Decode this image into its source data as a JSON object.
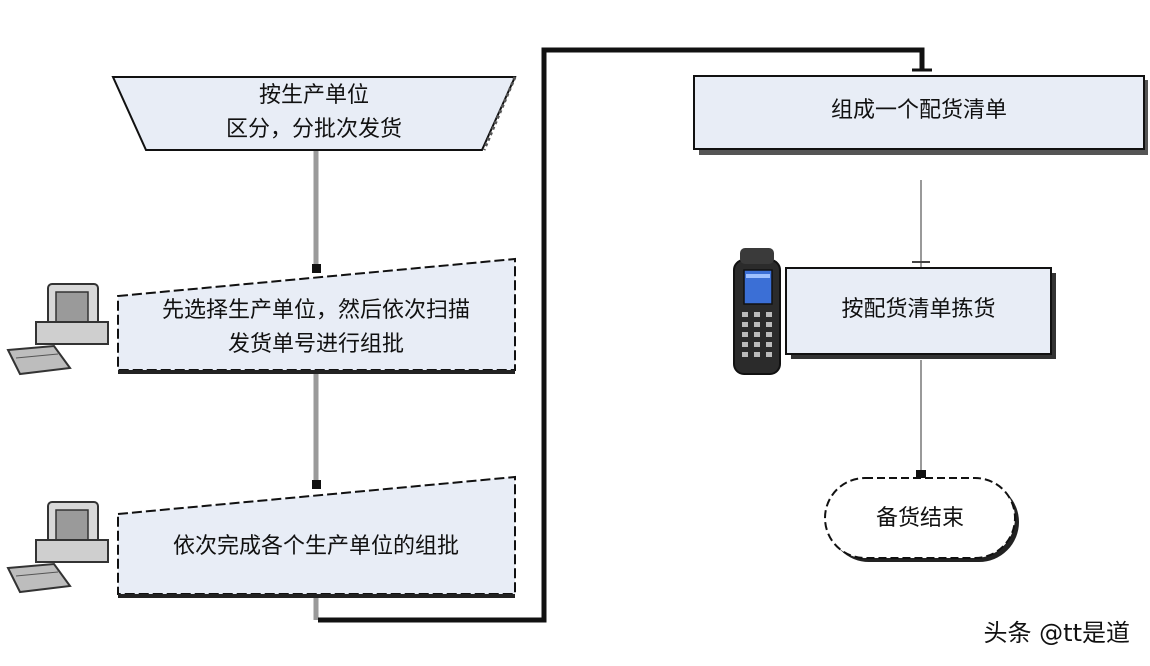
{
  "diagram": {
    "nodes": {
      "split": {
        "line1": "按生产单位",
        "line2": "区分，分批次发货"
      },
      "select_scan": {
        "line1": "先选择生产单位，然后依次扫描",
        "line2": "发货单号进行组批"
      },
      "complete_batches": {
        "text": "依次完成各个生产单位的组批"
      },
      "form_list": {
        "text": "组成一个配货清单"
      },
      "pick": {
        "text": "按配货清单拣货"
      },
      "end": {
        "text": "备货结束"
      }
    },
    "icons": [
      "computer-icon",
      "computer-icon",
      "handheld-scanner-icon"
    ]
  },
  "watermark": "头条 @tt是道",
  "colors": {
    "box_fill": "#e8edf6",
    "border": "#111111",
    "connector_gray": "#9a9a9a"
  }
}
